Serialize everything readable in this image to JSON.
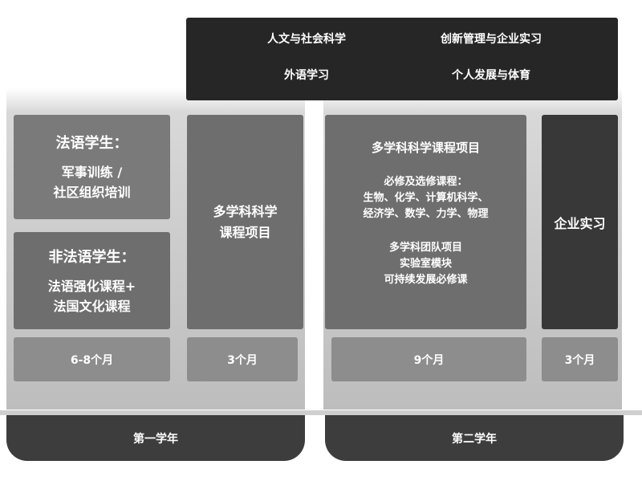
{
  "top_bar": {
    "items": [
      "人文与社会科学",
      "创新管理与企业实习",
      "外语学习",
      "个人发展与体育"
    ]
  },
  "year1": {
    "french_students": {
      "title": "法语学生：",
      "lines": [
        "军事训练 /",
        "社区组织培训"
      ]
    },
    "non_french_students": {
      "title": "非法语学生：",
      "lines": [
        "法语强化课程+",
        "法国文化课程"
      ]
    },
    "duration": "6-8个月",
    "program": {
      "lines": [
        "多学科科学",
        "课程项目"
      ]
    },
    "program_duration": "3个月",
    "label": "第一学年"
  },
  "year2": {
    "program": {
      "title": "多学科科学课程项目",
      "courses_title": "必修及选修课程：",
      "courses": [
        "生物、化学、计算机科学、",
        "经济学、数学、力学、物理"
      ],
      "extras": [
        "多学科团队项目",
        "实验室模块",
        "可持续发展必修课"
      ]
    },
    "program_duration": "9个月",
    "internship": "企业实习",
    "internship_duration": "3个月",
    "label": "第二学年"
  }
}
